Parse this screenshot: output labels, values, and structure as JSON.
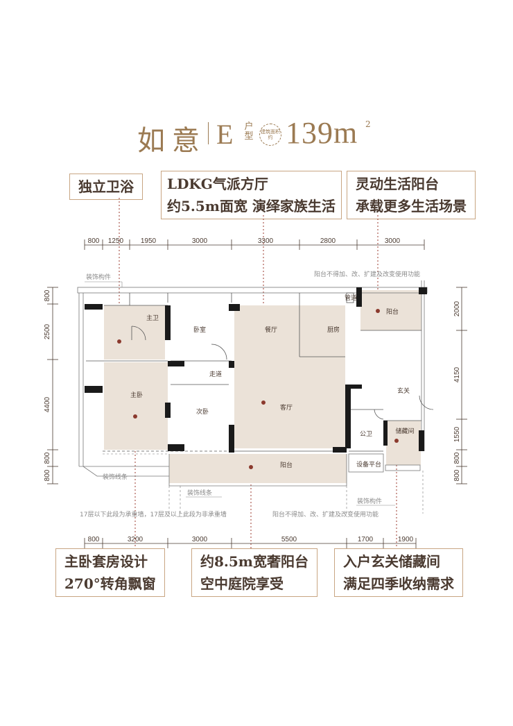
{
  "title": {
    "name": "如意",
    "letter": "E",
    "type_label": "户型",
    "area_badge": "建筑面积约",
    "area": "139m",
    "area_unit_sup": "2"
  },
  "callouts": {
    "top_left": {
      "line1": "独立卫浴"
    },
    "top_center": {
      "line1": "LDKG气派方厅",
      "line2": "约5.5m面宽 演绎家族生活"
    },
    "top_right": {
      "line1": "灵动生活阳台",
      "line2": "承载更多生活场景"
    },
    "bottom_left": {
      "line1": "主卧套房设计",
      "line2": "270°转角飘窗"
    },
    "bottom_center": {
      "line1": "约8.5m宽奢阳台",
      "line2": "空中庭院享受"
    },
    "bottom_right": {
      "line1": "入户玄关储藏间",
      "line2": "满足四季收纳需求"
    }
  },
  "dimensions": {
    "top": [
      "800",
      "1250",
      "1950",
      "3000",
      "3300",
      "2800",
      "3000"
    ],
    "bottom": [
      "800",
      "3200",
      "3000",
      "5500",
      "1700",
      "1900"
    ],
    "left": [
      "800",
      "2500",
      "4400",
      "800",
      "800"
    ],
    "right": [
      "2000",
      "4150",
      "1550",
      "800",
      "800"
    ]
  },
  "rooms": {
    "master_bath": "主卫",
    "bedroom": "卧室",
    "dining": "餐厅",
    "kitchen": "厨房",
    "balcony_top": "阳台",
    "corridor": "走道",
    "master_bed": "主卧",
    "second_bed": "次卧",
    "living": "客厅",
    "entrance": "玄关",
    "public_bath": "公卫",
    "storage": "储藏间",
    "balcony_bottom": "阳台",
    "equipment": "设备平台",
    "pipe": "管道"
  },
  "notes": {
    "decor_top_left": "装饰构件",
    "balcony_note_top": "阳台不得加、改、扩建及改变使用功能",
    "decor_line_left": "装饰线条",
    "decor_line_bottom": "装饰线条",
    "decor_bottom_right": "装饰构件",
    "wall_note": "17层以下此段为承重墙，17层及以上此段为非承重墙",
    "balcony_note_bottom": "阳台不得加、改、扩建及改变使用功能"
  },
  "colors": {
    "accent": "#9b7a52",
    "callout_border": "#c8a582",
    "room_fill": "#ebe2d8",
    "marker": "#8b3a2e",
    "wall": "#1a1a1a"
  }
}
